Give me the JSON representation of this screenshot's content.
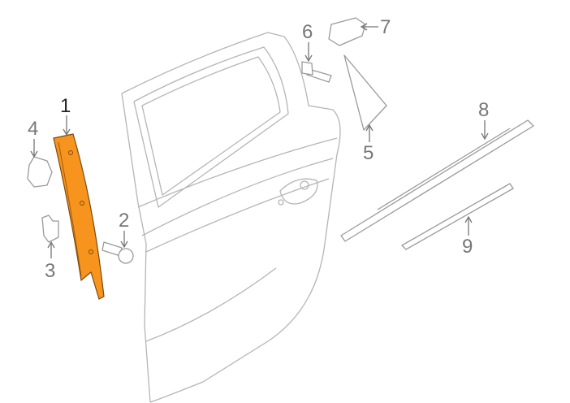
{
  "diagram": {
    "highlight_color": "#F7941D",
    "callouts": [
      {
        "id": "1",
        "label": "1",
        "highlighted": true
      },
      {
        "id": "2",
        "label": "2"
      },
      {
        "id": "3",
        "label": "3"
      },
      {
        "id": "4",
        "label": "4"
      },
      {
        "id": "5",
        "label": "5"
      },
      {
        "id": "6",
        "label": "6"
      },
      {
        "id": "7",
        "label": "7"
      },
      {
        "id": "8",
        "label": "8"
      },
      {
        "id": "9",
        "label": "9"
      }
    ]
  }
}
